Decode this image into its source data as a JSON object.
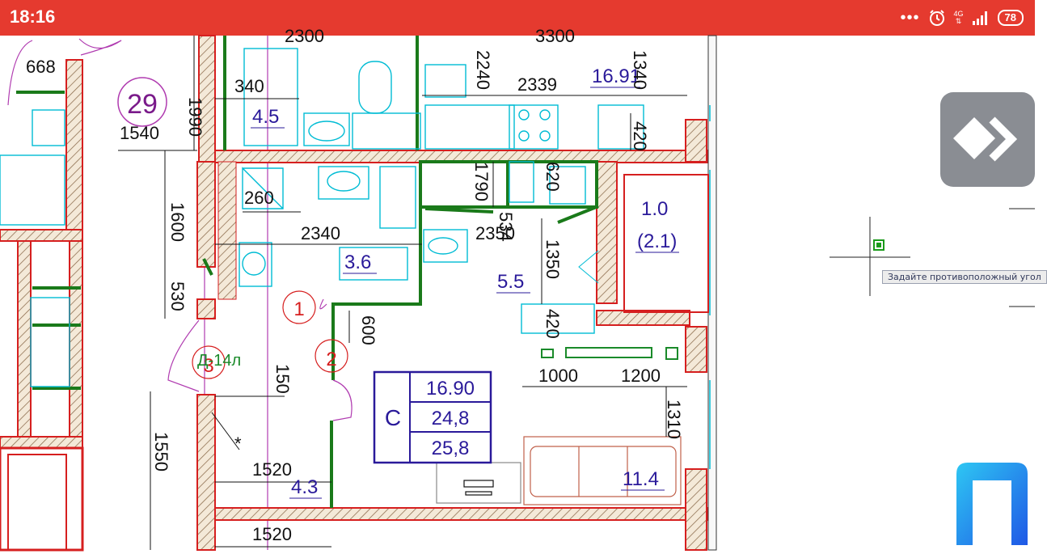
{
  "status": {
    "time": "18:16",
    "network": "4G",
    "battery": "78"
  },
  "colors": {
    "status_bar": "#e53a2f",
    "wall_outline": "#d61f1f",
    "furniture": "#00bcd4",
    "area_label": "#2a1a9a",
    "dimension": "#111111",
    "grid_line": "#b03bb0",
    "fixture": "#1a7a1a"
  },
  "plan": {
    "room_number": "29",
    "rooms": {
      "bath": "4.5",
      "kitchen": "16.91",
      "balcony": "1.0",
      "balcony_sub": "(2.1)",
      "wc": "3.6",
      "hall": "5.5",
      "corridor": "4.3",
      "living": "11.4"
    },
    "dimensions": {
      "d668": "668",
      "d2300": "2300",
      "d3300": "3300",
      "d1990": "1990",
      "d340": "340",
      "d1540": "1540",
      "d2240": "2240",
      "d2339": "2339",
      "d1340": "1340",
      "d420a": "420",
      "d260": "260",
      "d2340": "2340",
      "d1600": "1600",
      "d1790": "1790",
      "d620": "620",
      "d2350": "2350",
      "d534": "534",
      "d1350": "1350",
      "d530": "530",
      "d600": "600",
      "d420b": "420",
      "d1000": "1000",
      "d1200": "1200",
      "d150": "150",
      "d1310": "1310",
      "d1550": "1550",
      "d1520a": "1520",
      "d1520b": "1520"
    },
    "markers": {
      "m1": "1",
      "m2": "2",
      "m3": "3"
    },
    "door_label": "Д-14л",
    "asterisk": "*",
    "summary": {
      "letter": "С",
      "total": "16.90",
      "area_a": "24,8",
      "area_b": "25,8"
    }
  },
  "cad": {
    "tooltip": "Задайте противоположный угол"
  }
}
